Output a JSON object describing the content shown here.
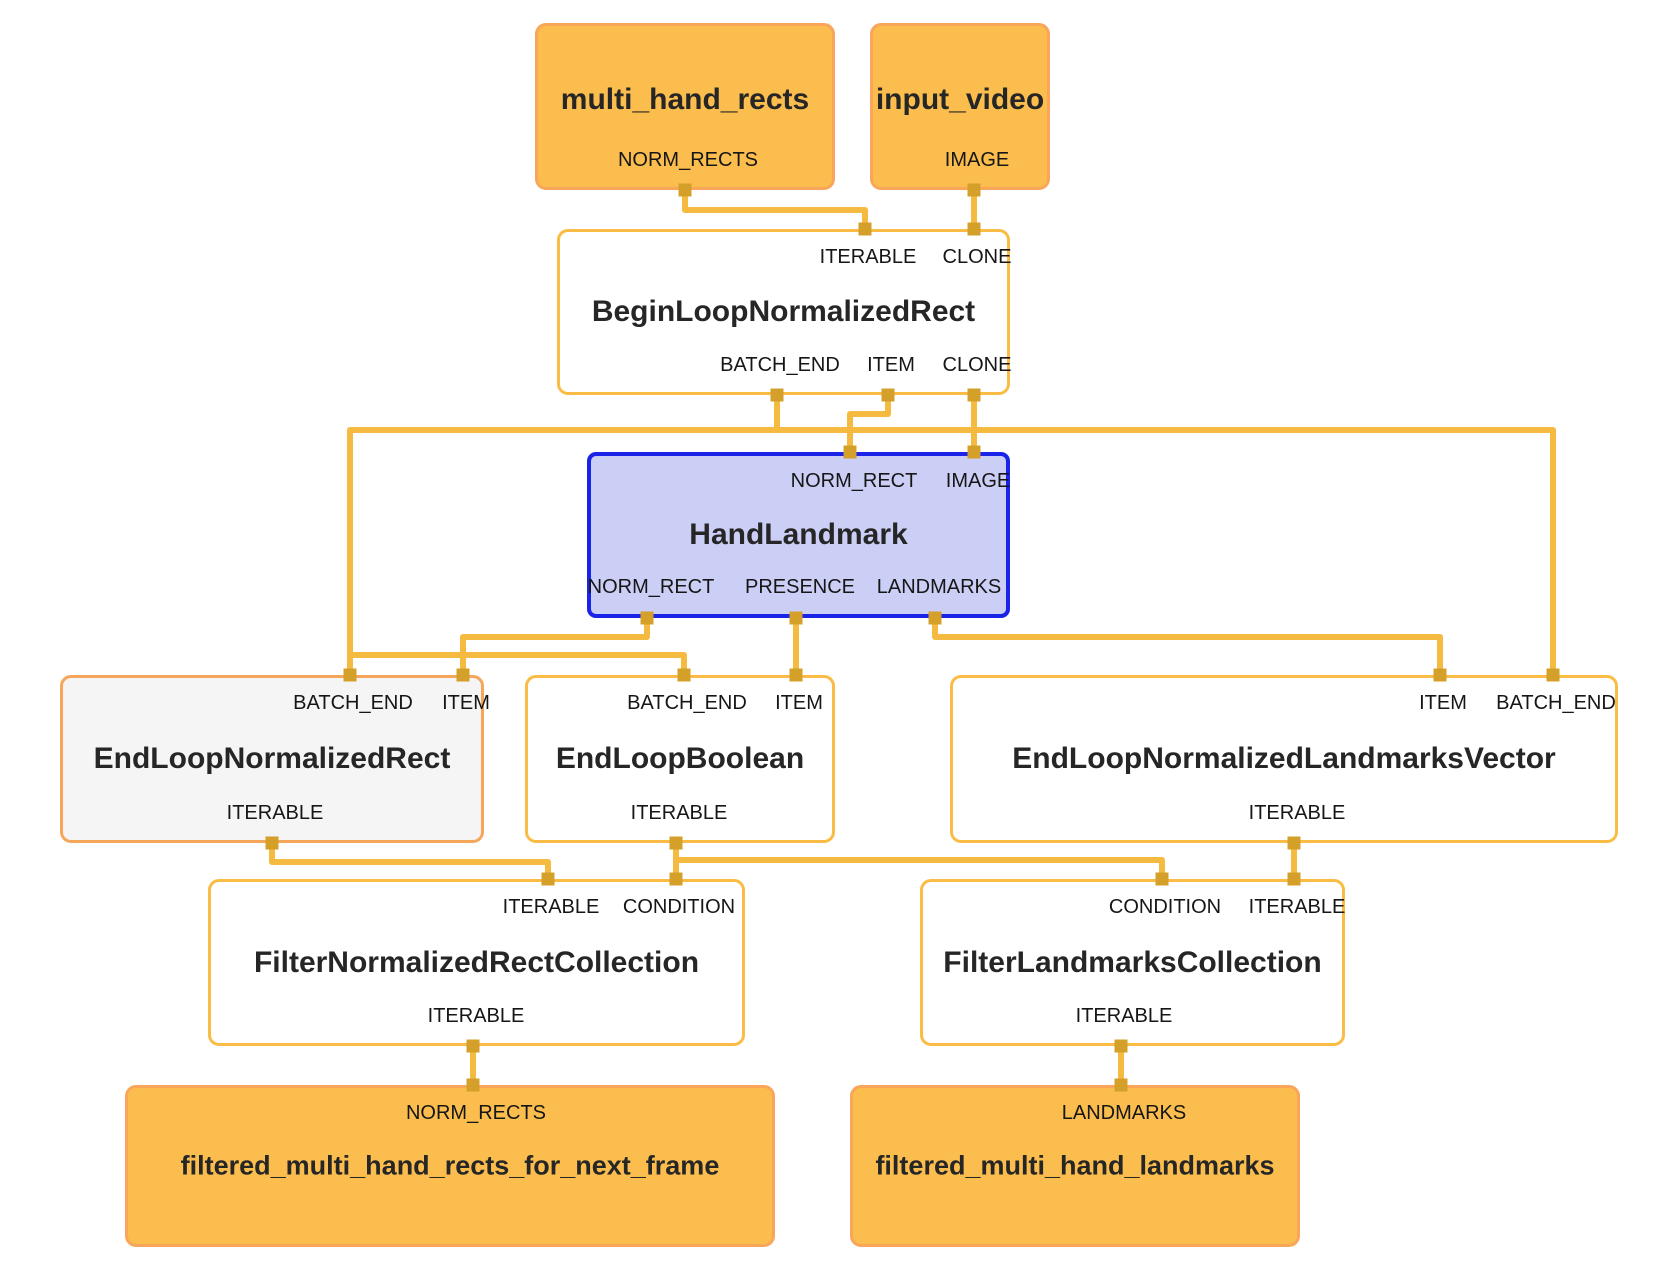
{
  "diagram": {
    "type": "mediapipe-graph",
    "background": "#ffffff",
    "colors": {
      "wire": "#F5BB41",
      "anchor": "#D4A02A",
      "calculator_border": "#FBBC45",
      "stream_fill": "#FBBD4D",
      "stream_border": "#F9A65B",
      "subgraph_fill": "#CBCEF5",
      "subgraph_border": "#1A23E8",
      "selected_fill": "#F5F5F5",
      "selected_border": "#F6A65A",
      "text": "#1F1F1F"
    },
    "nodes": [
      {
        "id": "multi_hand_rects",
        "kind": "input-stream",
        "title": "multi_hand_rects",
        "ports_top": [],
        "ports_bottom": [
          "NORM_RECTS"
        ]
      },
      {
        "id": "input_video",
        "kind": "input-stream",
        "title": "input_video",
        "ports_top": [],
        "ports_bottom": [
          "IMAGE"
        ]
      },
      {
        "id": "BeginLoopNormalizedRect",
        "kind": "calculator",
        "title": "BeginLoopNormalizedRect",
        "ports_top": [
          "ITERABLE",
          "CLONE"
        ],
        "ports_bottom": [
          "BATCH_END",
          "ITEM",
          "CLONE"
        ]
      },
      {
        "id": "HandLandmark",
        "kind": "subgraph",
        "title": "HandLandmark",
        "ports_top": [
          "NORM_RECT",
          "IMAGE"
        ],
        "ports_bottom": [
          "NORM_RECT",
          "PRESENCE",
          "LANDMARKS"
        ]
      },
      {
        "id": "EndLoopNormalizedRect",
        "kind": "calculator-selected",
        "title": "EndLoopNormalizedRect",
        "ports_top": [
          "BATCH_END",
          "ITEM"
        ],
        "ports_bottom": [
          "ITERABLE"
        ]
      },
      {
        "id": "EndLoopBoolean",
        "kind": "calculator",
        "title": "EndLoopBoolean",
        "ports_top": [
          "BATCH_END",
          "ITEM"
        ],
        "ports_bottom": [
          "ITERABLE"
        ]
      },
      {
        "id": "EndLoopNormalizedLandmarksVector",
        "kind": "calculator",
        "title": "EndLoopNormalizedLandmarksVector",
        "ports_top": [
          "ITEM",
          "BATCH_END"
        ],
        "ports_bottom": [
          "ITERABLE"
        ]
      },
      {
        "id": "FilterNormalizedRectCollection",
        "kind": "calculator",
        "title": "FilterNormalizedRectCollection",
        "ports_top": [
          "ITERABLE",
          "CONDITION"
        ],
        "ports_bottom": [
          "ITERABLE"
        ]
      },
      {
        "id": "FilterLandmarksCollection",
        "kind": "calculator",
        "title": "FilterLandmarksCollection",
        "ports_top": [
          "CONDITION",
          "ITERABLE"
        ],
        "ports_bottom": [
          "ITERABLE"
        ]
      },
      {
        "id": "filtered_multi_hand_rects_for_next_frame",
        "kind": "output-stream",
        "title": "filtered_multi_hand_rects_for_next_frame",
        "ports_top": [
          "NORM_RECTS"
        ],
        "ports_bottom": []
      },
      {
        "id": "filtered_multi_hand_landmarks",
        "kind": "output-stream",
        "title": "filtered_multi_hand_landmarks",
        "ports_top": [
          "LANDMARKS"
        ],
        "ports_bottom": []
      }
    ],
    "edges": [
      {
        "from": "multi_hand_rects.NORM_RECTS",
        "to": "BeginLoopNormalizedRect.ITERABLE"
      },
      {
        "from": "input_video.IMAGE",
        "to": "BeginLoopNormalizedRect.CLONE"
      },
      {
        "from": "BeginLoopNormalizedRect.ITEM",
        "to": "HandLandmark.NORM_RECT"
      },
      {
        "from": "BeginLoopNormalizedRect.CLONE",
        "to": "HandLandmark.IMAGE"
      },
      {
        "from": "BeginLoopNormalizedRect.BATCH_END",
        "to": "EndLoopNormalizedRect.BATCH_END"
      },
      {
        "from": "BeginLoopNormalizedRect.BATCH_END",
        "to": "EndLoopBoolean.BATCH_END"
      },
      {
        "from": "BeginLoopNormalizedRect.BATCH_END",
        "to": "EndLoopNormalizedLandmarksVector.BATCH_END"
      },
      {
        "from": "HandLandmark.NORM_RECT",
        "to": "EndLoopNormalizedRect.ITEM"
      },
      {
        "from": "HandLandmark.PRESENCE",
        "to": "EndLoopBoolean.ITEM"
      },
      {
        "from": "HandLandmark.LANDMARKS",
        "to": "EndLoopNormalizedLandmarksVector.ITEM"
      },
      {
        "from": "EndLoopNormalizedRect.ITERABLE",
        "to": "FilterNormalizedRectCollection.ITERABLE"
      },
      {
        "from": "EndLoopBoolean.ITERABLE",
        "to": "FilterNormalizedRectCollection.CONDITION"
      },
      {
        "from": "EndLoopBoolean.ITERABLE",
        "to": "FilterLandmarksCollection.CONDITION"
      },
      {
        "from": "EndLoopNormalizedLandmarksVector.ITERABLE",
        "to": "FilterLandmarksCollection.ITERABLE"
      },
      {
        "from": "FilterNormalizedRectCollection.ITERABLE",
        "to": "filtered_multi_hand_rects_for_next_frame.NORM_RECTS"
      },
      {
        "from": "FilterLandmarksCollection.ITERABLE",
        "to": "filtered_multi_hand_landmarks.LANDMARKS"
      }
    ]
  }
}
